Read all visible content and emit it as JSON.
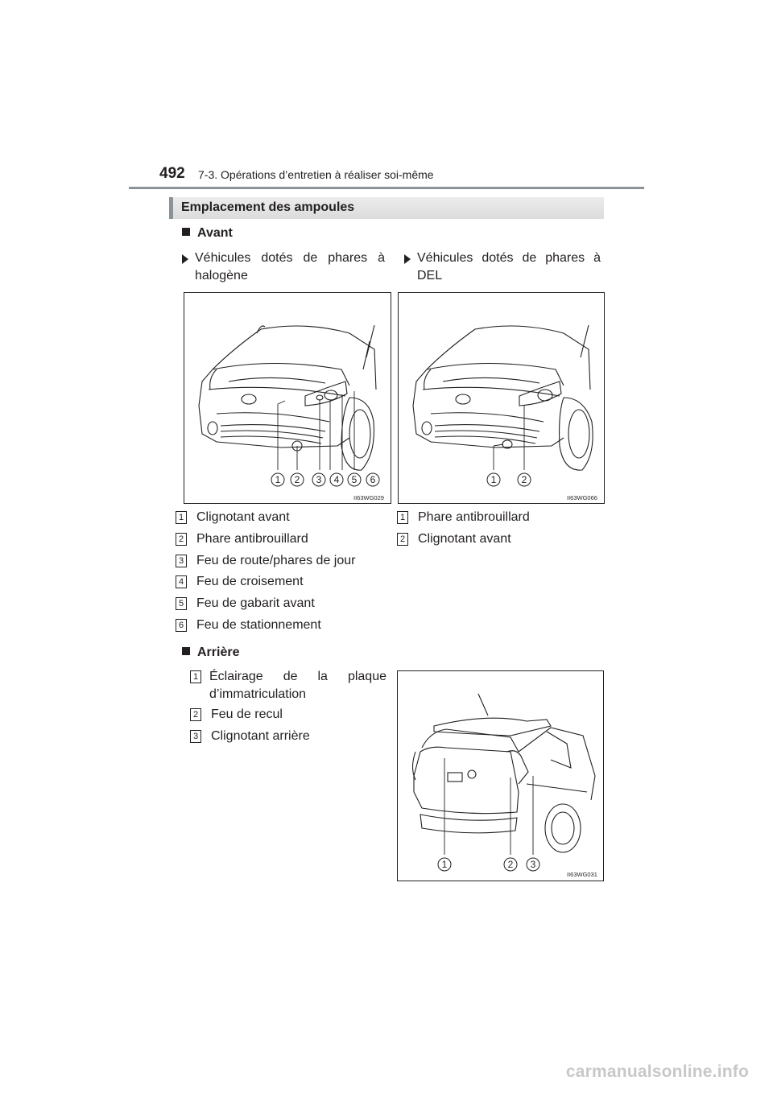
{
  "header": {
    "page_number": "492",
    "chapter": "7-3. Opérations d’entretien à réaliser soi-même"
  },
  "section": {
    "title": "Emplacement des ampoules"
  },
  "front": {
    "heading": "Avant",
    "halogen": {
      "title": "Véhicules dotés de phares à halogène",
      "figure_code": "II63WG029",
      "callouts": [
        "1",
        "2",
        "3",
        "4",
        "5",
        "6"
      ],
      "items": [
        {
          "num": "1",
          "label": "Clignotant avant"
        },
        {
          "num": "2",
          "label": "Phare antibrouillard"
        },
        {
          "num": "3",
          "label": "Feu de route/phares de jour"
        },
        {
          "num": "4",
          "label": "Feu de croisement"
        },
        {
          "num": "5",
          "label": "Feu de gabarit avant"
        },
        {
          "num": "6",
          "label": "Feu de stationnement"
        }
      ]
    },
    "led": {
      "title": "Véhicules dotés de phares à DEL",
      "figure_code": "II63WG066",
      "callouts": [
        "1",
        "2"
      ],
      "items": [
        {
          "num": "1",
          "label": "Phare antibrouillard"
        },
        {
          "num": "2",
          "label": "Clignotant avant"
        }
      ]
    }
  },
  "rear": {
    "heading": "Arrière",
    "figure_code": "II63WG031",
    "callouts": [
      "1",
      "2",
      "3"
    ],
    "items": [
      {
        "num": "1",
        "label": "Éclairage de la plaque d’immatriculation"
      },
      {
        "num": "2",
        "label": "Feu de recul"
      },
      {
        "num": "3",
        "label": "Clignotant arrière"
      }
    ]
  },
  "watermark": "carmanualsonline.info"
}
